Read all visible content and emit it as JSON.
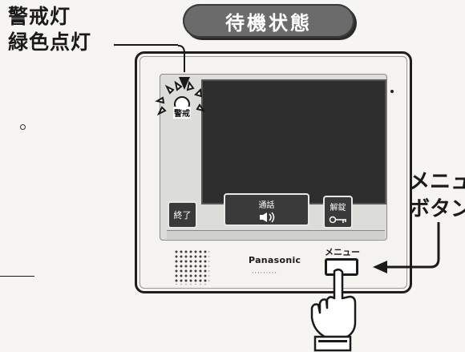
{
  "callout_left": {
    "line1": "警戒灯",
    "line2": "緑色点灯"
  },
  "state_label": "待機状態",
  "right_label": {
    "line1": "メニュ",
    "line2": "ボタン"
  },
  "device": {
    "led_label": "警戒",
    "buttons": {
      "end": "終了",
      "talk": "通話",
      "unlock": "解錠"
    },
    "brand": "Panasonic",
    "menu_label": "メニュー"
  }
}
